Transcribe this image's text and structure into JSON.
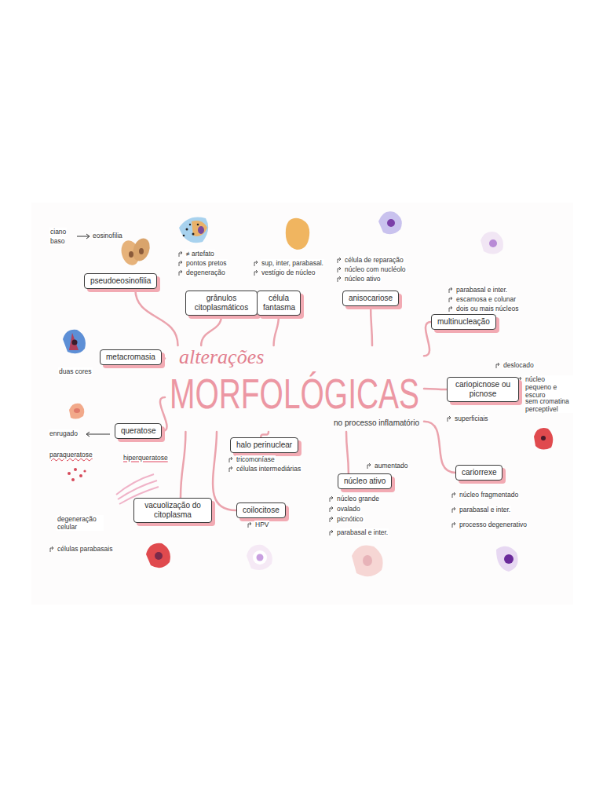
{
  "diagram": {
    "nodes": [
      {
        "text": [
          "alterações",
          "MORFOLÓGICAS",
          "no processo inflamatório"
        ]
      },
      {
        "text": [
          "pseudoeosinofilia"
        ]
      },
      {
        "text": [
          "grânulos citoplasmáticos"
        ]
      },
      {
        "text": [
          "célula fantasma"
        ]
      },
      {
        "text": [
          "anisocariose"
        ]
      },
      {
        "text": [
          "multinucleação"
        ]
      },
      {
        "text": [
          "metacromasia"
        ]
      },
      {
        "text": [
          "cariopicnose ou picnose"
        ]
      },
      {
        "text": [
          "queratose"
        ]
      },
      {
        "text": [
          "halo perinuclear"
        ]
      },
      {
        "text": [
          "cariorrexe"
        ]
      },
      {
        "text": [
          "núcleo ativo"
        ]
      },
      {
        "text": [
          "vacuolização do citoplasma"
        ]
      },
      {
        "text": [
          "coilocitose"
        ]
      }
    ],
    "edges": [
      {
        "from": 0,
        "to": 1,
        "arrow": "none"
      },
      {
        "from": 0,
        "to": 2,
        "arrow": "none"
      },
      {
        "from": 0,
        "to": 3,
        "arrow": "none"
      },
      {
        "from": 0,
        "to": 4,
        "arrow": "none"
      },
      {
        "from": 0,
        "to": 5,
        "arrow": "none"
      },
      {
        "from": 0,
        "to": 6,
        "arrow": "none"
      },
      {
        "from": 0,
        "to": 7,
        "arrow": "none"
      },
      {
        "from": 0,
        "to": 8,
        "arrow": "none"
      },
      {
        "from": 0,
        "to": 9,
        "arrow": "none"
      },
      {
        "from": 0,
        "to": 10,
        "arrow": "none"
      },
      {
        "from": 0,
        "to": 11,
        "arrow": "none"
      },
      {
        "from": 0,
        "to": 12,
        "arrow": "none"
      },
      {
        "from": 0,
        "to": 13,
        "arrow": "none"
      }
    ],
    "labels": [
      "ciano",
      "baso",
      "eosinofilia",
      "≠ artefato",
      "pontos pretos",
      "degeneração",
      "sup, inter, parabasal.",
      "vestígio de núcleo",
      "célula de reparação",
      "núcleo com nucléolo",
      "núcleo ativo",
      "parabasal e inter.",
      "escamosa e colunar",
      "dois ou mais núcleos",
      "duas cores",
      "deslocado",
      "núcleo pequeno e escuro",
      "sem cromatina perceptível",
      "superficiais",
      "enrugado",
      "paraqueratose",
      "hiperqueratose",
      "tricomoníase",
      "células intermediárias",
      "aumentado",
      "núcleo grande",
      "ovalado",
      "picnótico",
      "parabasal e inter.",
      "HPV",
      "núcleo fragmentado",
      "parabasal e inter.",
      "processo degenerativo",
      "degeneração celular",
      "células parabasais"
    ]
  }
}
